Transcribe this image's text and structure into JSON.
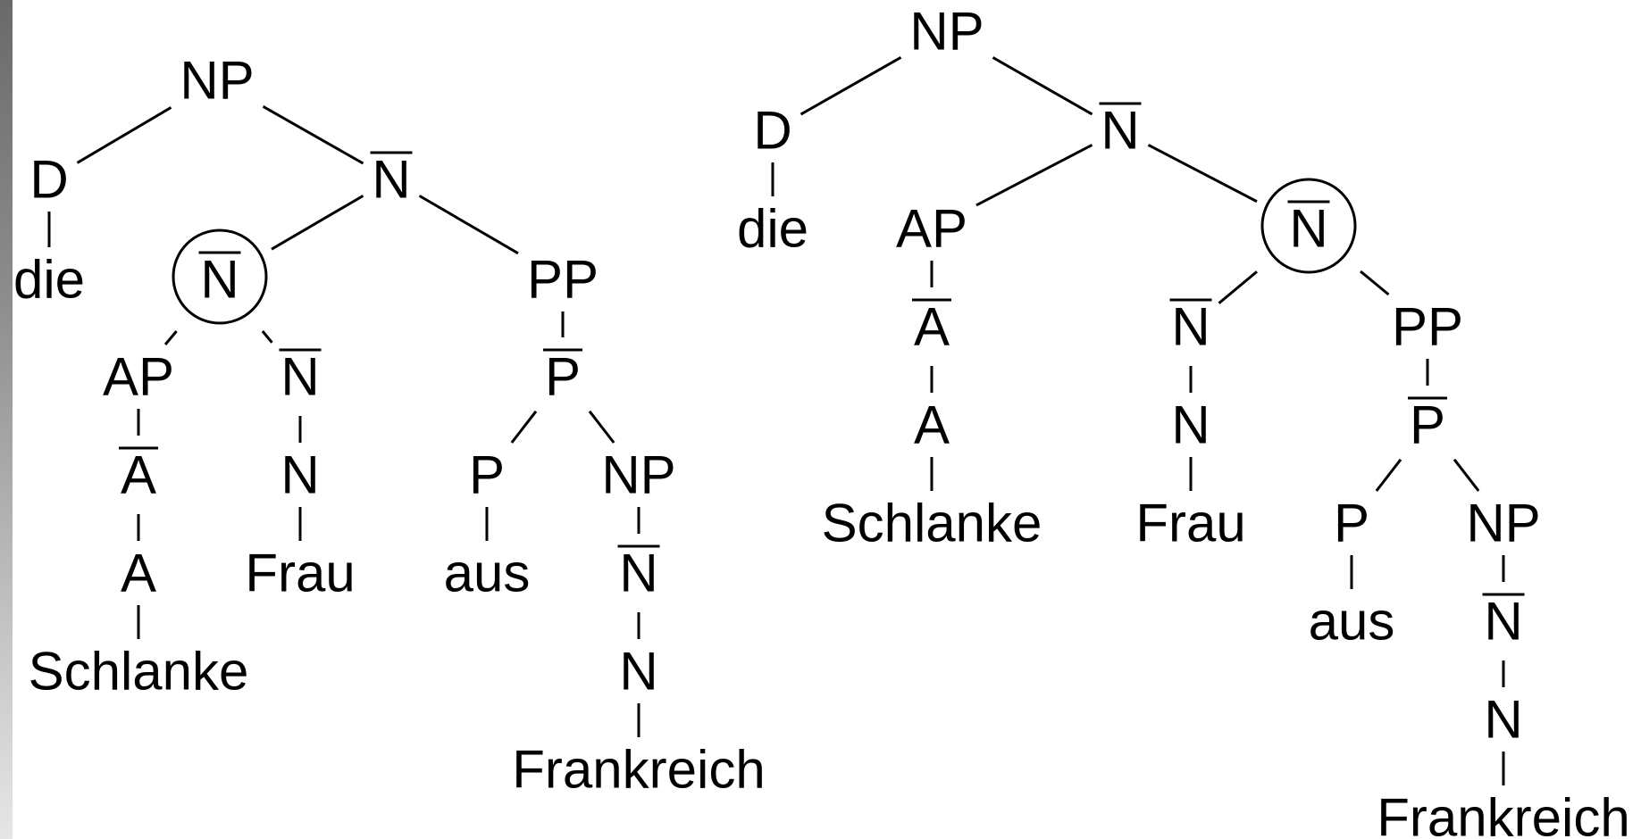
{
  "colors": {
    "ink": "#000000",
    "background": "#ffffff",
    "gradient_bar": "#8c8c8c"
  },
  "trees": [
    {
      "id": "left",
      "nodes": [
        {
          "id": "np1",
          "label": "NP"
        },
        {
          "id": "d1",
          "label": "D"
        },
        {
          "id": "die1",
          "label": "die"
        },
        {
          "id": "nbar1",
          "label": "N",
          "bar": true
        },
        {
          "id": "nbarc1",
          "label": "N",
          "bar": true,
          "circled": true
        },
        {
          "id": "ap1",
          "label": "AP"
        },
        {
          "id": "abar1",
          "label": "A",
          "bar": true
        },
        {
          "id": "a1",
          "label": "A"
        },
        {
          "id": "schlanke1",
          "label": "Schlanke"
        },
        {
          "id": "nbar2",
          "label": "N",
          "bar": true
        },
        {
          "id": "n1",
          "label": "N"
        },
        {
          "id": "frau1",
          "label": "Frau"
        },
        {
          "id": "pp1",
          "label": "PP"
        },
        {
          "id": "pbar1",
          "label": "P",
          "bar": true
        },
        {
          "id": "p1",
          "label": "P"
        },
        {
          "id": "aus1",
          "label": "aus"
        },
        {
          "id": "np2",
          "label": "NP"
        },
        {
          "id": "nbar3",
          "label": "N",
          "bar": true
        },
        {
          "id": "n2",
          "label": "N"
        },
        {
          "id": "frankreich1",
          "label": "Frankreich"
        }
      ]
    },
    {
      "id": "right",
      "nodes": [
        {
          "id": "np3",
          "label": "NP"
        },
        {
          "id": "d2",
          "label": "D"
        },
        {
          "id": "die2",
          "label": "die"
        },
        {
          "id": "nbar4",
          "label": "N",
          "bar": true
        },
        {
          "id": "ap2",
          "label": "AP"
        },
        {
          "id": "abar2",
          "label": "A",
          "bar": true
        },
        {
          "id": "a2",
          "label": "A"
        },
        {
          "id": "schlanke2",
          "label": "Schlanke"
        },
        {
          "id": "nbarc2",
          "label": "N",
          "bar": true,
          "circled": true
        },
        {
          "id": "nbar5",
          "label": "N",
          "bar": true
        },
        {
          "id": "n3",
          "label": "N"
        },
        {
          "id": "frau2",
          "label": "Frau"
        },
        {
          "id": "pp2",
          "label": "PP"
        },
        {
          "id": "pbar2",
          "label": "P",
          "bar": true
        },
        {
          "id": "p2",
          "label": "P"
        },
        {
          "id": "aus2",
          "label": "aus"
        },
        {
          "id": "np4",
          "label": "NP"
        },
        {
          "id": "nbar6",
          "label": "N",
          "bar": true
        },
        {
          "id": "n4",
          "label": "N"
        },
        {
          "id": "frankreich2",
          "label": "Frankreich"
        }
      ]
    }
  ]
}
